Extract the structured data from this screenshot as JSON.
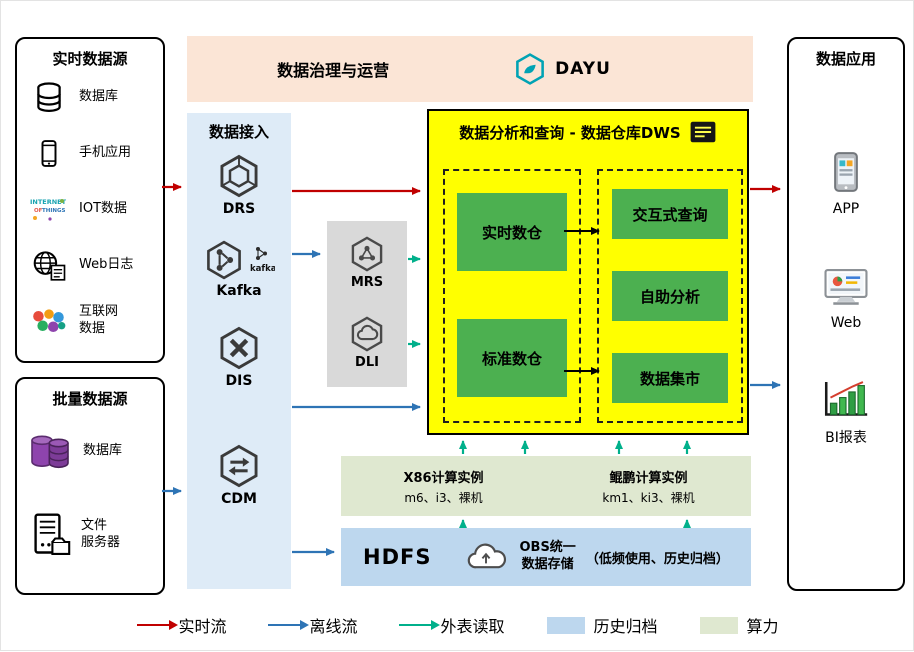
{
  "colors": {
    "realtime": "#C00000",
    "offline": "#2E74B5",
    "external": "#00B08B",
    "archive": "#BDD7EE",
    "compute": "#DFE8D0",
    "dws_bg": "#FFFF00",
    "module_green": "#4CB050",
    "ingestion_bg": "#DEEBF7",
    "governance_bg": "#FBE5D6",
    "middleware_bg": "#D9D9D9"
  },
  "governance": {
    "title": "数据治理与运营",
    "logo_text": "DAYU"
  },
  "realtime_sources": {
    "title": "实时数据源",
    "items": [
      {
        "label": "数据库",
        "icon": "database-icon"
      },
      {
        "label": "手机应用",
        "icon": "phone-icon"
      },
      {
        "label": "IOT数据",
        "icon": "iot-icon",
        "icon_words": [
          "INTERNET",
          "OF",
          "THINGS"
        ]
      },
      {
        "label": "Web日志",
        "icon": "web-log-icon"
      },
      {
        "label": "互联网\n数据",
        "icon": "internet-data-icon"
      }
    ]
  },
  "batch_sources": {
    "title": "批量数据源",
    "items": [
      {
        "label": "数据库",
        "icon": "purple-database-icon"
      },
      {
        "label": "文件\n服务器",
        "icon": "file-server-icon"
      }
    ]
  },
  "ingestion": {
    "title": "数据接入",
    "items": [
      {
        "label": "DRS",
        "icon": "drs-hexagon-icon"
      },
      {
        "label": "Kafka",
        "icon": "kafka-hexagon-icon",
        "logo_text": "kafka"
      },
      {
        "label": "DIS",
        "icon": "dis-hexagon-icon"
      },
      {
        "label": "CDM",
        "icon": "cdm-hexagon-icon"
      }
    ]
  },
  "middleware": {
    "items": [
      {
        "label": "MRS",
        "icon": "mrs-hexagon-icon"
      },
      {
        "label": "DLI",
        "icon": "dli-hexagon-icon"
      }
    ]
  },
  "dws": {
    "title": "数据分析和查询 - 数据仓库DWS",
    "warehouse_modules": [
      "实时数仓",
      "标准数仓"
    ],
    "analysis_modules": [
      "交互式查询",
      "自助分析",
      "数据集市"
    ]
  },
  "compute": {
    "x86": {
      "title": "X86计算实例",
      "specs": "m6、i3、裸机"
    },
    "kunpeng": {
      "title": "鲲鹏计算实例",
      "specs": "km1、ki3、裸机"
    }
  },
  "storage": {
    "hdfs_label": "HDFS",
    "obs_line1": "OBS统一",
    "obs_line2": "数据存储",
    "note": "（低频使用、历史归档）"
  },
  "applications": {
    "title": "数据应用",
    "items": [
      {
        "label": "APP",
        "icon": "app-phone-icon"
      },
      {
        "label": "Web",
        "icon": "web-monitor-icon"
      },
      {
        "label": "BI报表",
        "icon": "bi-chart-icon"
      }
    ]
  },
  "legend": {
    "items": [
      {
        "label": "实时流",
        "type": "arrow",
        "color_key": "realtime"
      },
      {
        "label": "离线流",
        "type": "arrow",
        "color_key": "offline"
      },
      {
        "label": "外表读取",
        "type": "arrow",
        "color_key": "external"
      },
      {
        "label": "历史归档",
        "type": "swatch",
        "color_key": "archive"
      },
      {
        "label": "算力",
        "type": "swatch",
        "color_key": "compute"
      }
    ]
  }
}
